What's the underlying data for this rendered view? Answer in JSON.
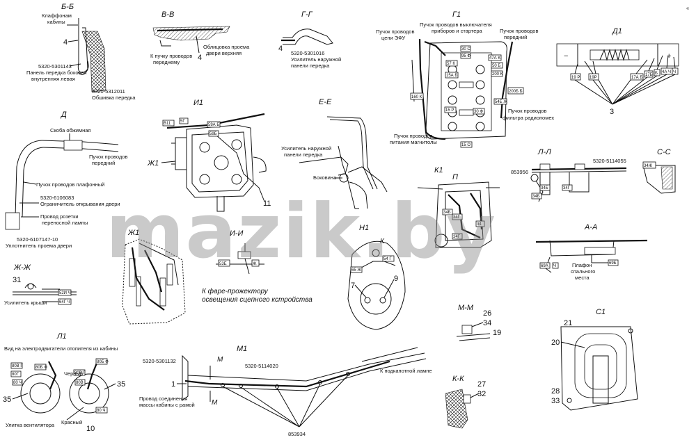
{
  "corner_mark": "«",
  "watermark": "mazik.by",
  "sections": {
    "bb": "Б-Б",
    "vv": "В-В",
    "gg": "Г-Г",
    "g1": "Г1",
    "d1": "Д1",
    "d": "Д",
    "i1": "И1",
    "ee": "Е-Е",
    "zh1_top": "Ж1",
    "k1": "К1",
    "ll": "Л-Л",
    "ss": "С-С",
    "p": "П",
    "zh1": "Ж1",
    "ii": "И-И",
    "n1": "Н1",
    "aa": "А-А",
    "zhzh": "Ж-Ж",
    "mm": "М-М",
    "s1": "С1",
    "l1": "Л1",
    "m1": "М1",
    "kk": "К-К"
  },
  "labels": {
    "bb_klaf": "Клаффонам",
    "bb_kab": "кабины",
    "bb_num4": "4",
    "bb_part1": "5320-5301143",
    "bb_part1_desc1": "Панель передка боковая",
    "bb_part1_desc2": "внутренняя левая",
    "bb_part2": "5320-5312011",
    "bb_part2_desc": "Обшивка передка",
    "vv_obl1": "Облицовка проема",
    "vv_obl2": "двери верхняя",
    "vv_puch1": "К пучку проводов",
    "vv_puch2": "переднему",
    "vv_num4": "4",
    "gg_num4": "4",
    "gg_part": "5320-5301016",
    "gg_desc1": "Усилитель наружной",
    "gg_desc2": "панели передка",
    "g1_efu1": "Пучок проводов",
    "g1_efu2": "цепи ЭФУ",
    "g1_vykl1": "Пучок проводов выключателя",
    "g1_vykl2": "приборов и стартера",
    "g1_pered1": "Пучок проводов",
    "g1_pered2": "передний",
    "g1_filtr1": "Пучок проводов",
    "g1_filtr2": "фильтра радиопомех",
    "g1_magn1": "Пучок проводов",
    "g1_magn2": "питания магнитолы",
    "g1_t1": "160 К",
    "g1_t2": "57 К",
    "g1_t3": "15А Б",
    "g1_t4": "30 С",
    "g1_t5": "95 Ф",
    "g1_t6": "47А К",
    "g1_t7": "50 Б",
    "g1_t8": "200 К",
    "g1_t9": "200Б Б",
    "g1_t10": "54Е Ж",
    "g1_t11": "15 Р",
    "g1_t12": "30 Ф",
    "g1_t13": "15 О",
    "d1_minus": "−",
    "d1_plus": "+",
    "d1_num3": "3",
    "d1_t1": "19 Р",
    "d1_t2": "19Р",
    "d1_t3": "17А Б",
    "d1_t4": "17Б",
    "d1_t5": "Б",
    "d1_t6": "4А Ч",
    "d1_t7": "Ч",
    "d_skoba": "Скоба обжимная",
    "d_puch1": "Пучок проводов",
    "d_puch2": "передний",
    "d_plaf": "Пучок проводов плафонный",
    "d_part1": "5320-6106083",
    "d_ogr": "Ограничитель открывания двери",
    "d_rozetka1": "Провод розетки",
    "d_rozetka2": "переносной лампы",
    "d_part2": "5320-6107147-10",
    "d_upl": "Уплотнитель проема двери",
    "i1_num11": "11",
    "i1_t1": "B11",
    "i1_t2": "5Г",
    "i1_t3": "59А Б",
    "i1_t4": "59Б",
    "ee_usil1": "Усилитель наружной",
    "ee_usil2": "панели передка",
    "ee_bok": "Боковина",
    "ii_t1": "53Е",
    "ii_t2": "Ж",
    "ii_fara1": "К фаре-прожектору",
    "ii_fara2": "освещения сцепного кстройства",
    "k1_t1": "34Б",
    "k1_t2": "34Г",
    "k1_t3": "34Г",
    "k1_t4": "34",
    "ll_part1": "853956",
    "ll_part2": "5320-5114055",
    "ll_t1": "34Б",
    "ll_t2": "34Г",
    "ll_t3": "34Б",
    "ss_t1": "34Ж",
    "n1_num7": "7",
    "n1_num9": "9",
    "n1_k": "К",
    "n1_t1": "65 Ж",
    "n1_t2": "54 Г",
    "aa_plaf1": "Плафон",
    "aa_plaf2": "спального",
    "aa_plaf3": "места",
    "aa_t1": "69А",
    "aa_t2": "Ч",
    "aa_t3": "69Б",
    "zhzh_num31": "31",
    "zhzh_usil": "Усилитель крыши",
    "zhzh_t1": "52И Ч",
    "zhzh_t2": "64Г Ч",
    "mm_26": "26",
    "mm_34": "34",
    "mm_19": "19",
    "s1_21": "21",
    "s1_20": "20",
    "s1_28": "28",
    "s1_33": "33",
    "l1_vid": "Вид на электродвигатели отопителя из кабины",
    "l1_cherny": "Черный",
    "l1_krasny": "Красный",
    "l1_ulitka": "Улитка вентилятора",
    "l1_35a": "35",
    "l1_35b": "35",
    "l1_10": "10",
    "l1_t1": "80В Г",
    "l1_t2": "80Б Ф",
    "l1_t3": "80Г",
    "l1_t4": "80 Ч",
    "l1_t5": "80В Г",
    "l1_t6": "80Б Ф",
    "l1_t7": "80В",
    "l1_t8": "80 Ч",
    "m1_part1": "5320-5301132",
    "m1_m": "М",
    "m1_m2": "М",
    "m1_part2": "5320-5114020",
    "m1_lamp": "К подкапотной лампе",
    "m1_num1": "1",
    "m1_prov1": "Провод соединения",
    "m1_prov2": "массы кабины с рамой",
    "m1_853934": "853934",
    "kk_27": "27",
    "kk_32": "32"
  }
}
